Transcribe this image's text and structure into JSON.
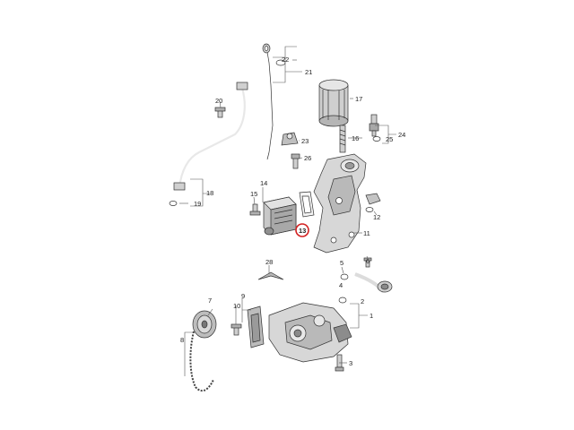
{
  "diagram": {
    "highlight_color": "#d22020",
    "labels": {
      "l1": "1",
      "l2": "2",
      "l3": "3",
      "l4": "4",
      "l5": "5",
      "l6": "6",
      "l7": "7",
      "l8": "8",
      "l9": "9",
      "l10": "10",
      "l11": "11",
      "l12": "12",
      "l13": "13",
      "l14": "14",
      "l15": "15",
      "l16": "16",
      "l17": "17",
      "l18": "18",
      "l19": "19",
      "l20": "20",
      "l21": "21",
      "l22": "22",
      "l23": "23",
      "l24": "24",
      "l25": "25",
      "l26": "26",
      "l28": "28"
    }
  }
}
